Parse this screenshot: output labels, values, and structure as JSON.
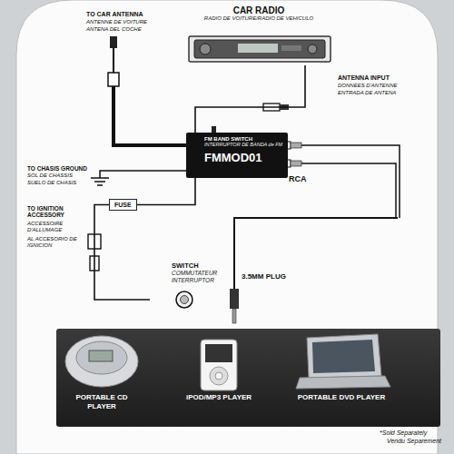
{
  "diagram": {
    "nodes": [
      {
        "text": [
          "CAR RADIO",
          "RADIO DE VOITURE/RADIO DE VEHICULO"
        ]
      },
      {
        "text": [
          "FM BAND SWITCH",
          "INTERRUPTOR DE BANDA de FM",
          "FMMOD01"
        ]
      },
      {
        "text": [
          "FUSE"
        ]
      },
      {
        "text": [
          "SWITCH",
          "COMMUTATEUR",
          "INTERRUPTOR"
        ]
      },
      {
        "text": [
          "PORTABLE CD PLAYER"
        ]
      },
      {
        "text": [
          "iPOD/MP3 PLAYER"
        ]
      },
      {
        "text": [
          "PORTABLE DVD PLAYER"
        ]
      }
    ],
    "edges": [
      {
        "from": 0,
        "to": 1,
        "arrow": "none"
      },
      {
        "from": 2,
        "to": 1,
        "arrow": "none"
      },
      {
        "from": 3,
        "to": 2,
        "arrow": "none"
      }
    ],
    "labels": [
      "TO CAR ANTENNA",
      "ANTENNE DE VOITURE",
      "ANTENA DEL COCHE",
      "ANTENNA INPUT",
      "DONNEES D'ANTENNE",
      "ENTRADA DE ANTENA",
      "RCA",
      "TO CHASIS GROUND",
      "SOL DE CHASSIS",
      "SUELO DE CHASIS",
      "TO IGNITION ACCESSORY",
      "ACCESSOIRE D'ALLUMAGE",
      "AL ACCESORIO DE IGNICION",
      "3.5MM PLUG",
      "*Sold Separately",
      "Vendu Separement"
    ]
  }
}
